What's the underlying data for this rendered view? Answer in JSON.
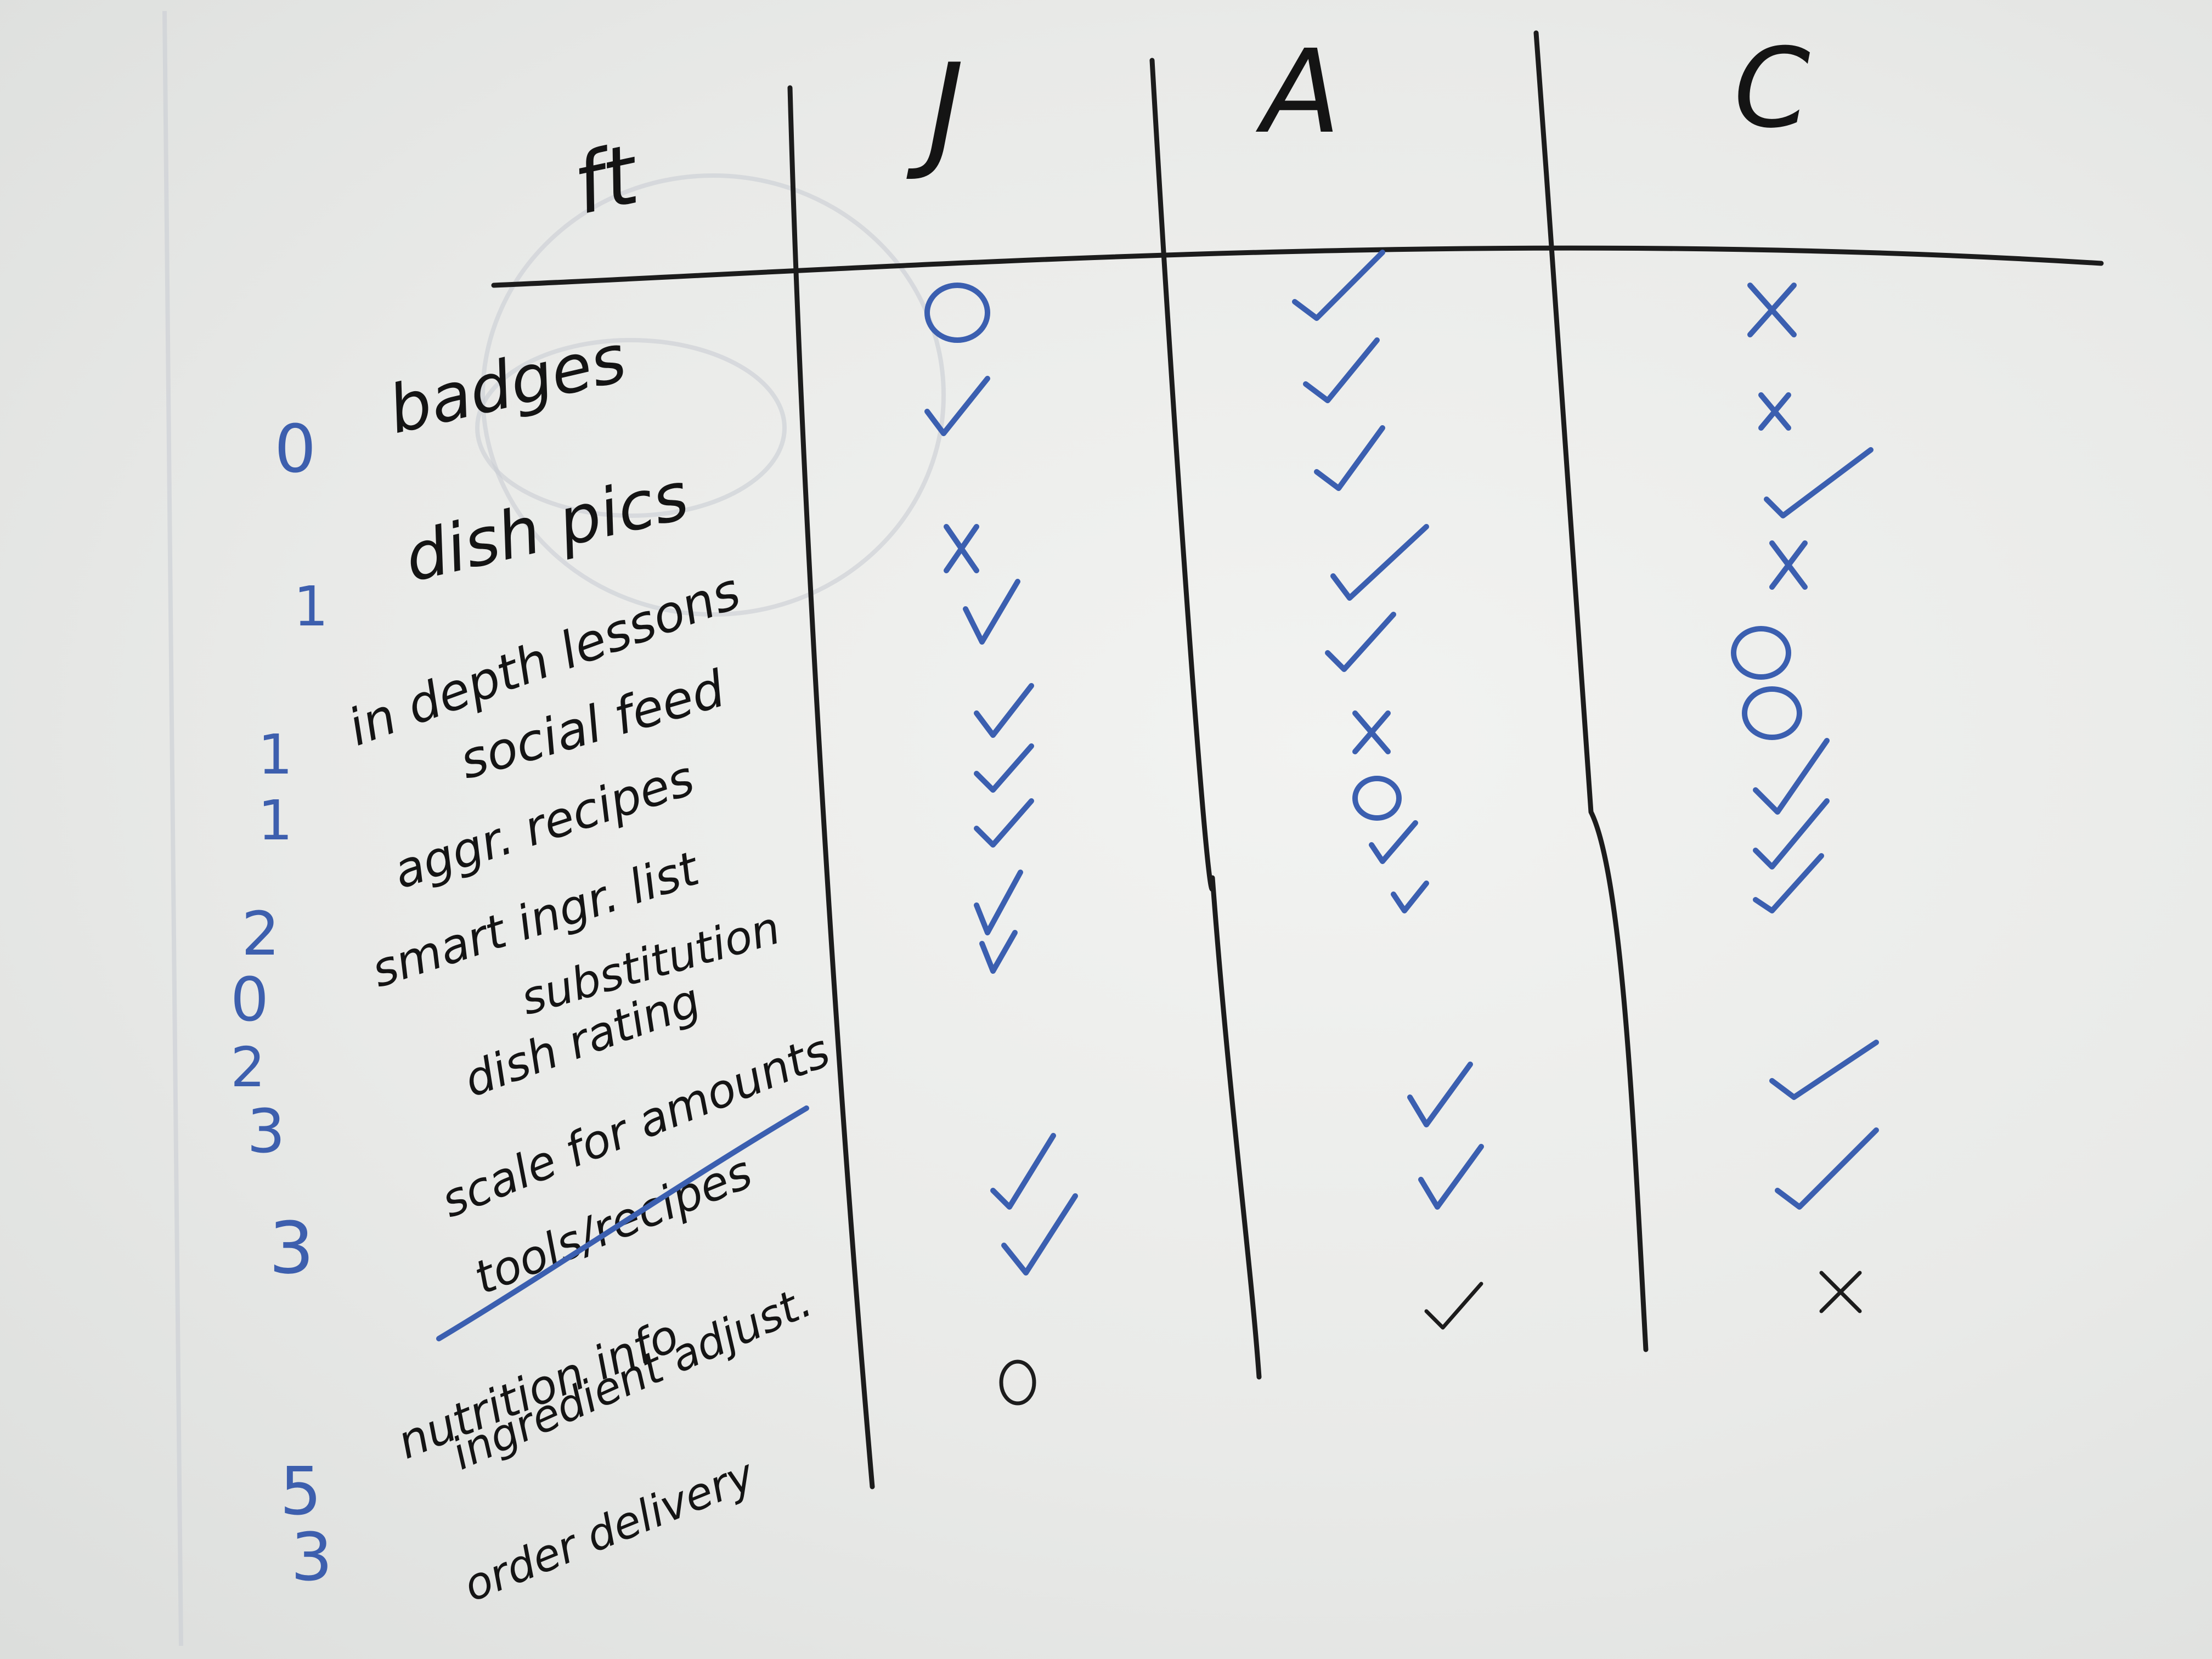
{
  "header": {
    "feature_label": "ft",
    "columns": [
      "J",
      "A",
      "C"
    ]
  },
  "features": [
    {
      "label": "badges",
      "priority": "0"
    },
    {
      "label": "dish pics",
      "priority": ""
    },
    {
      "label": "in depth lessons",
      "priority": "1"
    },
    {
      "label": "social feed",
      "priority": "1"
    },
    {
      "label": "aggr. recipes",
      "priority": "1"
    },
    {
      "label": "smart ingr. list",
      "priority": "2"
    },
    {
      "label": "substitution",
      "priority": "0"
    },
    {
      "label": "dish rating",
      "priority": "2"
    },
    {
      "label": "scale for amounts",
      "priority": "3"
    },
    {
      "label": "tools/recipes",
      "priority": "",
      "struck": true
    },
    {
      "label": "nutrition info",
      "priority": "3"
    },
    {
      "label": "ingredient adjust.",
      "priority": ""
    },
    {
      "label": "order delivery",
      "priority": "5"
    }
  ],
  "extra_priority": "3",
  "marks": {
    "J": [
      "O",
      "✓",
      "✕",
      "✓",
      "✓",
      "✓",
      "✓",
      "✓",
      "✓",
      "✓",
      "✓",
      "O"
    ],
    "A": [
      "✓",
      "✓",
      "✓",
      "✓",
      "✓",
      "✕",
      "O",
      "✓",
      "✓",
      "✓",
      "✓",
      "✓"
    ],
    "C": [
      "✕",
      "✕",
      "✓",
      "✕",
      "O",
      "O",
      "✓",
      "✓",
      "✓",
      "✓",
      "✓",
      "✕"
    ]
  },
  "colors": {
    "board": "#eceeec",
    "marker_black": "#1c1c1c",
    "marker_blue": "#3b5fb0"
  }
}
